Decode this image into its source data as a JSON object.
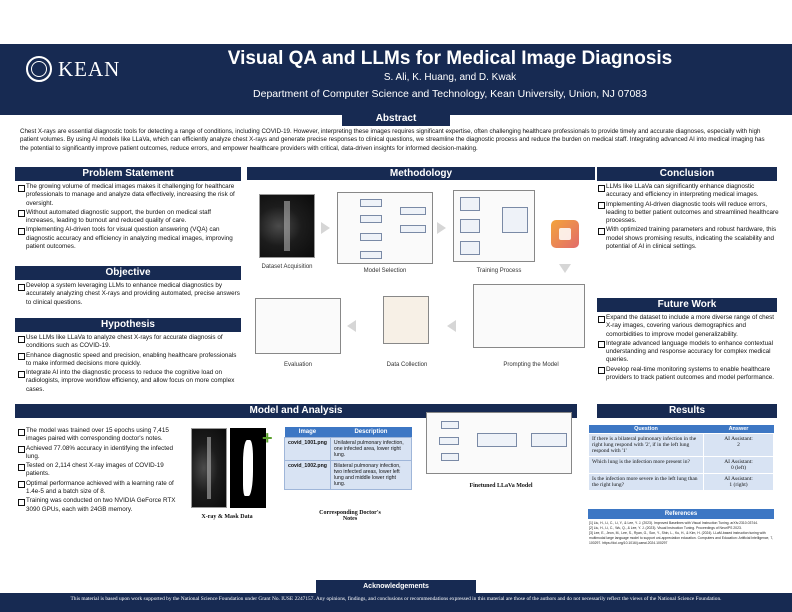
{
  "header": {
    "logo_text": "KEAN",
    "title": "Visual QA and LLMs for Medical Image Diagnosis",
    "authors": "S. Ali, K. Huang, and D. Kwak",
    "affiliation": "Department of Computer Science and Technology, Kean University, Union, NJ 07083"
  },
  "abstract": {
    "heading": "Abstract",
    "text": "Chest X-rays are essential diagnostic tools for detecting a range of conditions, including COVID-19. However, interpreting these images requires significant expertise, often challenging healthcare professionals to provide timely and accurate diagnoses, especially with high patient volumes. By using AI models like LLaVa, which can efficiently analyze chest X-rays and generate precise responses to clinical questions, we streamline the diagnostic process and reduce the burden on medical staff. Integrating advanced AI into medical imaging has the potential to significantly improve patient outcomes, reduce errors, and empower healthcare providers with critical, data-driven insights for informed decision-making."
  },
  "problem": {
    "heading": "Problem Statement",
    "bullets": [
      "The growing volume of medical images makes it challenging for healthcare professionals to manage and analyze data effectively, increasing the risk of oversight.",
      "Without automated diagnostic support, the burden on medical staff increases, leading to burnout and reduced quality of care.",
      "Implementing AI-driven tools for visual question answering (VQA) can diagnostic accuracy and efficiency in analyzing medical images, improving patient outcomes."
    ]
  },
  "objective": {
    "heading": "Objective",
    "bullets": [
      "Develop a system leveraging LLMs to enhance medical diagnostics by accurately analyzing chest X-rays and providing automated, precise answers to clinical questions."
    ]
  },
  "hypothesis": {
    "heading": "Hypothesis",
    "bullets": [
      "Use LLMs like LLaVa to analyze chest X-rays for accurate diagnosis of conditions such as COVID-19.",
      "Enhance diagnostic speed and precision, enabling healthcare professionals to make informed decisions more quickly.",
      "Integrate AI into the diagnostic process to reduce the cognitive load on radiologists, improve workflow efficiency, and allow focus on more complex cases."
    ]
  },
  "methodology": {
    "heading": "Methodology",
    "labels": {
      "dataset": "Dataset Acquisition",
      "model": "Model Selection",
      "training": "Training Process",
      "evaluation": "Evaluation",
      "collection": "Data Collection",
      "prompting": "Prompting the Model"
    }
  },
  "conclusion": {
    "heading": "Conclusion",
    "bullets": [
      "LLMs like LLaVa can significantly enhance diagnostic accuracy and efficiency in interpreting medical images.",
      "Implementing AI-driven diagnostic tools will reduce errors, leading to better patient outcomes and streamlined healthcare processes.",
      "With optimized training parameters and robust hardware, this model shows promising results, indicating the scalability and potential of AI in clinical settings."
    ]
  },
  "future": {
    "heading": "Future Work",
    "bullets": [
      "Expand the dataset to include a more diverse range of chest X-ray images, covering various demographics and comorbidities to improve model generalizability.",
      "Integrate advanced language models to enhance contextual understanding and response accuracy for complex medical queries.",
      "Develop real-time monitoring systems to enable healthcare providers to track patient outcomes and model performance."
    ]
  },
  "model_analysis": {
    "heading": "Model and Analysis",
    "bullets": [
      "The model was trained over 15 epochs using 7,415 images paired with corresponding doctor's notes.",
      "Achieved 77.08% accuracy in identifying the infected lung.",
      "Tested on 2,114 chest X-ray images of COVID-19 patients.",
      "Optimal performance achieved with a learning rate of 1.4e-5 and a batch size of 8.",
      "Training was conducted on two NVIDIA GeForce RTX 3090 GPUs, each with 24GB memory."
    ],
    "xray_caption": "X-ray & Mask Data",
    "notes_caption": "Corresponding Doctor's Notes",
    "llava_caption": "Finetuned LLaVa Model",
    "notes_table": {
      "headers": [
        "Image",
        "Description"
      ],
      "rows": [
        [
          "covid_1001.png",
          "Unilateral pulmonary infection, one infected area, lower right lung."
        ],
        [
          "covid_1002.png",
          "Bilateral pulmonary infection, two infected areas, lower left lung and middle lower right lung."
        ]
      ]
    }
  },
  "results": {
    "heading": "Results",
    "headers": [
      "Question",
      "Answer"
    ],
    "rows": [
      [
        "If there is a bilateral pulmonary infection in the right lung respond with '2', if in the left lung respond with '1'",
        "AI Assistant:\n2"
      ],
      [
        "Which lung is the infection more present in?",
        "AI Assistant:\n0 (left)"
      ],
      [
        "Is the infection more severe in the left lung than the right lung?",
        "AI Assistant:\n1 (right)"
      ]
    ],
    "references_heading": "References",
    "references": [
      "[1] Liu, H., Li, C., Li, Y., & Lee, Y. J. (2023). Improved Baselines with Visual Instruction Tuning. arXiv:2310.03744.",
      "[2] Liu, H., Li, C., Wu, Q., & Lee, Y. J. (2023). Visual Instruction Tuning. Proceedings of NeurIPS 2023.",
      "[3] Lee, E., Jeon, M., Lee, S., Ryan, G., Son, Y., Shin, L., Ku, H., & Kim, H. (2024). LLaM-based instruction tuning with multimodal large language model to support uni-appreciation education. Computers and Education: Artificial Intelligence, 7, 100297. https://doi.org/10.1016/j.caeai.2024.100297"
    ]
  },
  "acknowledgements": {
    "heading": "Acknowledgements",
    "text": "This material is based upon work supported by the National Science Foundation under Grant No. IUSE 2247157. Any opinions, findings, and conclusions or recommendations expressed in this material are those of the authors and do not necessarily reflect the views of the National Science Foundation."
  }
}
